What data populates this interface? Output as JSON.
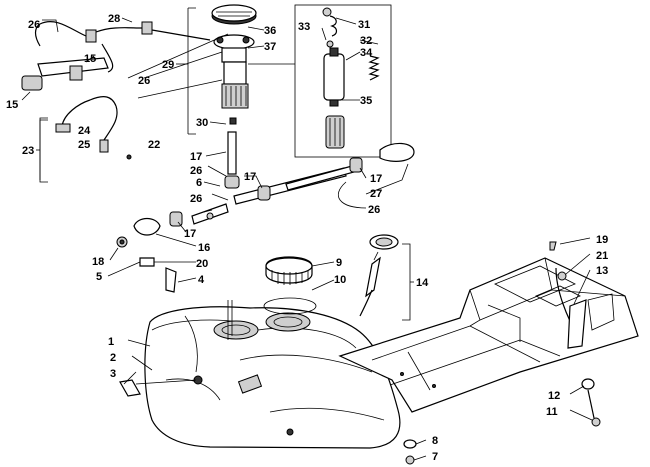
{
  "callouts": {
    "c1": "1",
    "c2": "2",
    "c3": "3",
    "c4": "4",
    "c5": "5",
    "c6": "6",
    "c7": "7",
    "c8": "8",
    "c9": "9",
    "c10": "10",
    "c11": "11",
    "c12": "12",
    "c13": "13",
    "c14": "14",
    "c15a": "15",
    "c15b": "15",
    "c16": "16",
    "c17a": "17",
    "c17b": "17",
    "c17c": "17",
    "c17d": "17",
    "c18": "18",
    "c19": "19",
    "c20": "20",
    "c21": "21",
    "c22": "22",
    "c23": "23",
    "c24": "24",
    "c25": "25",
    "c26a": "26",
    "c26b": "26",
    "c26c": "26",
    "c26d": "26",
    "c26e": "26",
    "c27": "27",
    "c28": "28",
    "c29": "29",
    "c30": "30",
    "c31": "31",
    "c32": "32",
    "c33": "33",
    "c34": "34",
    "c35": "35",
    "c36": "36",
    "c37": "37"
  }
}
